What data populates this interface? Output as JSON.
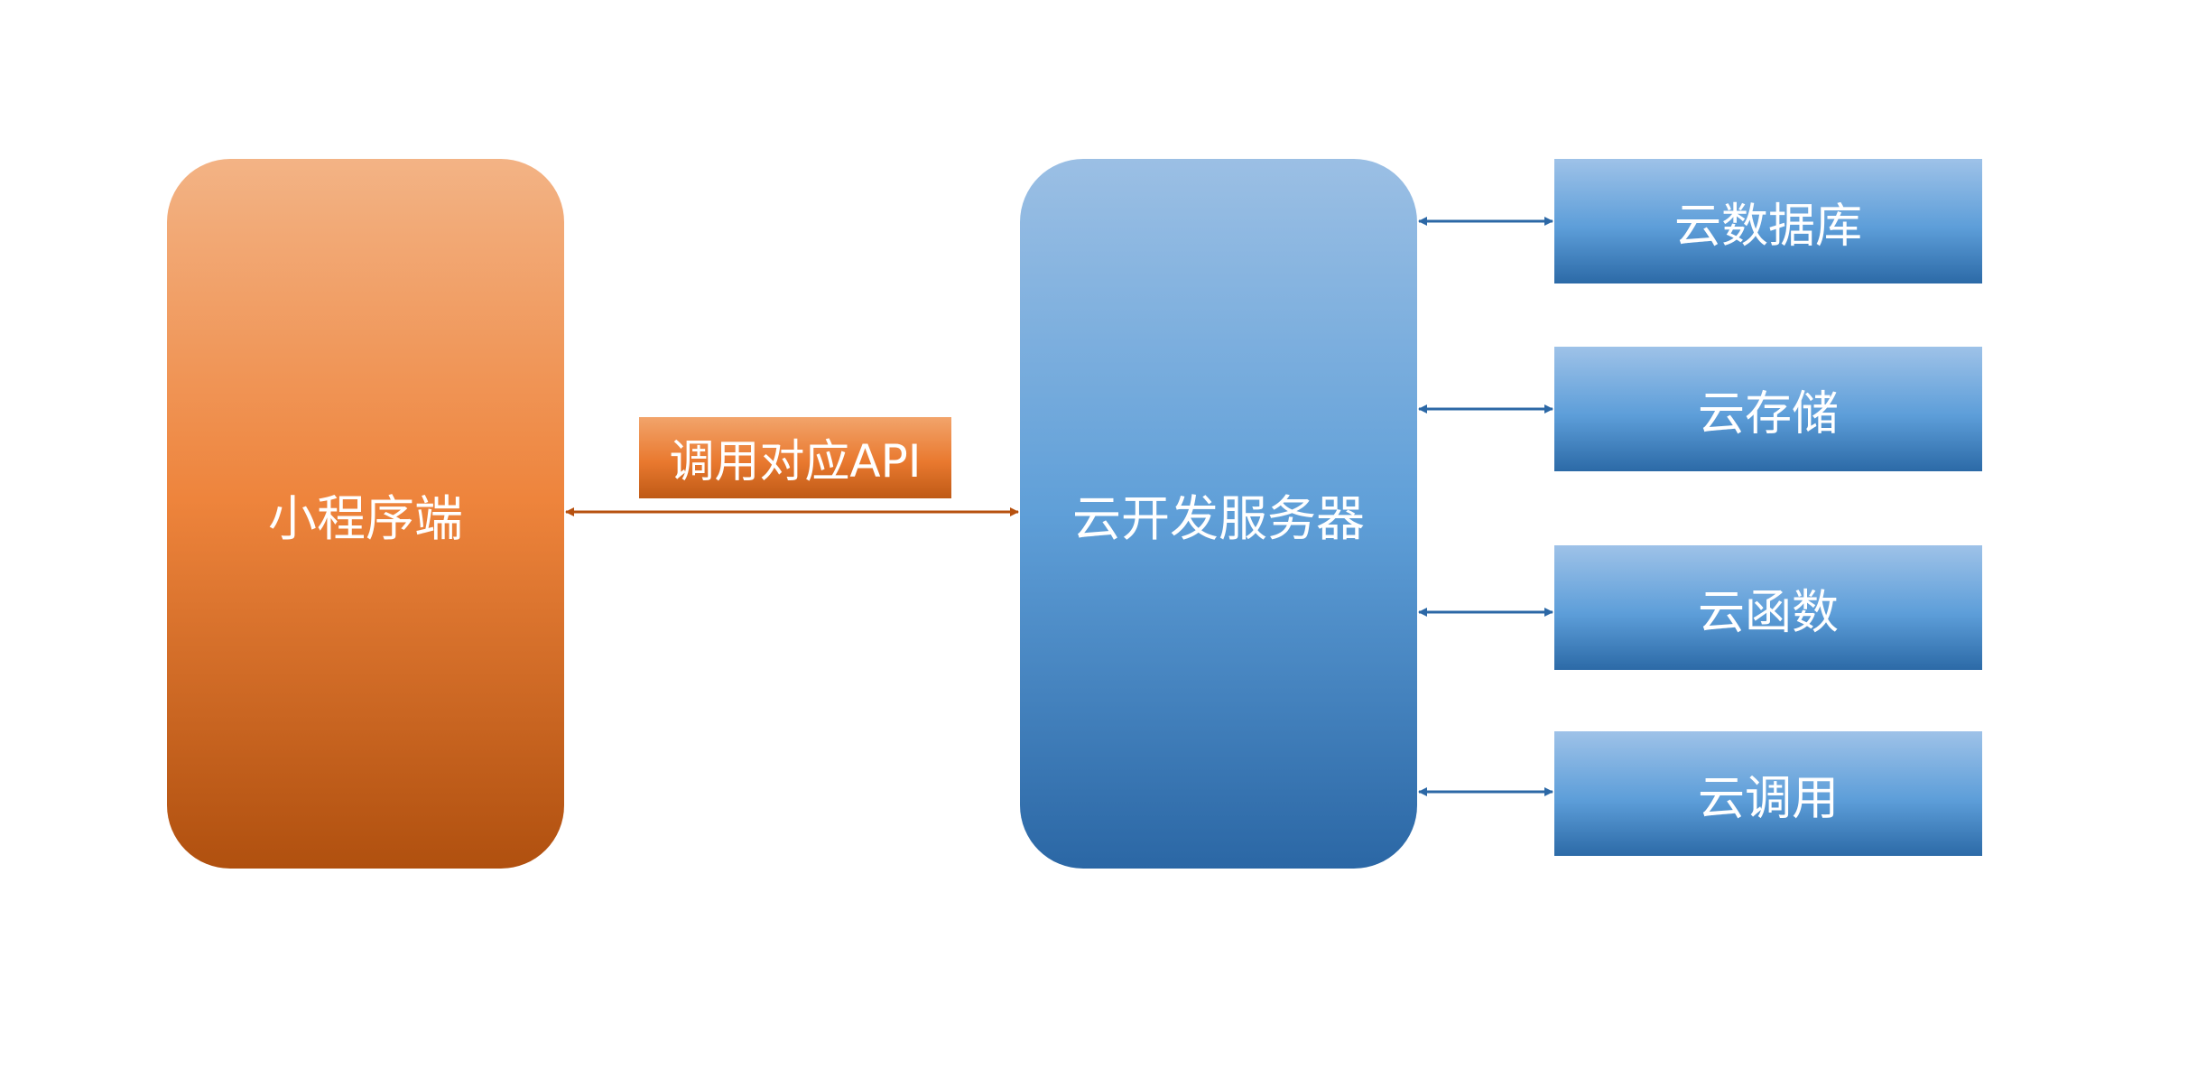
{
  "client": {
    "label": "小程序端"
  },
  "server": {
    "label": "云开发服务器"
  },
  "connection": {
    "label": "调用对应API"
  },
  "services": [
    {
      "label": "云数据库"
    },
    {
      "label": "云存储"
    },
    {
      "label": "云函数"
    },
    {
      "label": "云调用"
    }
  ],
  "colors": {
    "client_arrow": "#b7510f",
    "service_arrow": "#2c68a6"
  }
}
